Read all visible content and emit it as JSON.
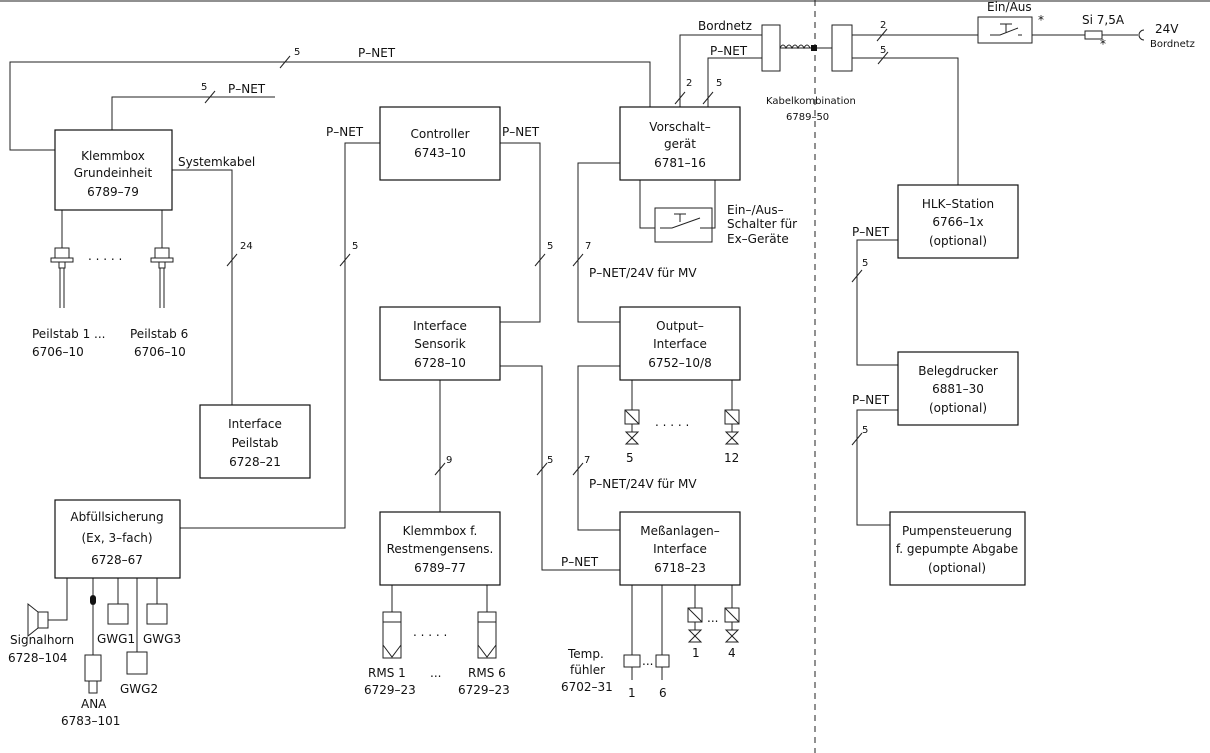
{
  "boxes": {
    "klemmbox": [
      "Klemmbox",
      "Grundeinheit",
      "6789–79"
    ],
    "controller": [
      "Controller",
      "6743–10"
    ],
    "vorschalt": [
      "Vorschalt–",
      "gerät",
      "6781–16"
    ],
    "interface_peilstab": [
      "Interface",
      "Peilstab",
      "6728–21"
    ],
    "interface_sensorik": [
      "Interface",
      "Sensorik",
      "6728–10"
    ],
    "output": [
      "Output–",
      "Interface",
      "6752–10/8"
    ],
    "abfuell": [
      "Abfüllsicherung",
      "(Ex, 3–fach)",
      "6728–67"
    ],
    "klemmbox_rms": [
      "Klemmbox f.",
      "Restmengensens.",
      "6789–77"
    ],
    "messanlagen": [
      "Meßanlagen–",
      "Interface",
      "6718–23"
    ],
    "hlk": [
      "HLK–Station",
      "6766–1x",
      "(optional)"
    ],
    "belegdrucker": [
      "Belegdrucker",
      "6881–30",
      "(optional)"
    ],
    "pumpen": [
      "Pumpensteuerung",
      "f. gepumpte Abgabe",
      "(optional)"
    ]
  },
  "labels": {
    "pnet": "P–NET",
    "systemkabel": "Systemkabel",
    "bordnetz": "Bordnetz",
    "ein_aus": "Ein/Aus",
    "si": "Si 7,5A",
    "v24": "24V",
    "bordnetz2": "Bordnetz",
    "star": "*",
    "kabelkomb": [
      "Kabelkombination",
      "6789–50"
    ],
    "exschalter": [
      "Ein–/Aus–",
      "Schalter für",
      "Ex–Geräte"
    ],
    "pnet24_1": "P–NET/24V für MV",
    "pnet24_2": "P–NET/24V für MV",
    "peilstab1": [
      "Peilstab 1 ...",
      "6706–10"
    ],
    "peilstab6": [
      "Peilstab 6",
      "6706–10"
    ],
    "dots": ". . . . .",
    "dots_short": "...",
    "signalhorn": [
      "Signalhorn",
      "6728–104"
    ],
    "ana": [
      "ANA",
      "6783–101"
    ],
    "gwg1": "GWG1",
    "gwg2": "GWG2",
    "gwg3": "GWG3",
    "rms1": [
      "RMS 1",
      "6729–23"
    ],
    "rms6": [
      "RMS 6",
      "6729–23"
    ],
    "temp": [
      "Temp.",
      "fühler",
      "6702–31"
    ],
    "t1": "1",
    "t6": "6",
    "v5": "5",
    "v12": "12",
    "v1": "1",
    "v4": "4"
  },
  "cable_counts": {
    "n5": "5",
    "n2": "2",
    "n24": "24",
    "n7": "7",
    "n9": "9"
  }
}
